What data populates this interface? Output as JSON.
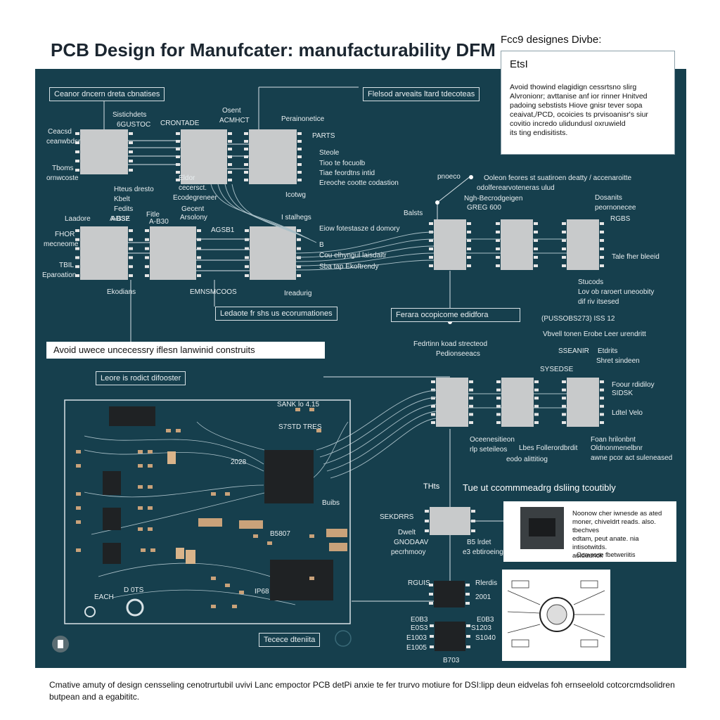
{
  "header": {
    "title": "PCB Design for Manufcater: manufacturability DFM",
    "side_title": "Fcc9 designes Divbe:"
  },
  "info_box": {
    "heading": "EtsI",
    "lines": [
      "Avoid  thowind elagidign cessrtsno slirg",
      "Alvronionr; avttanise anf ior rinner Hnitved",
      "padoing sebstists Hiove gnisr tever sopa",
      "ceaivat,/PCD, ocoicies ts prvisoanisr's siur",
      "covitio incredo ulidundusl oxruwield",
      "its ting endisitists."
    ]
  },
  "callouts": {
    "top_left": "Ceanor dncern dreta cbnatises",
    "top_mid": "Flelsod arveaits ltard tdecoteas",
    "mid_box": "Ledaote fr shs us ecorumationes",
    "right_box": "Ferara ocopicome edidfora",
    "left_small": "Leore is rodict difooster",
    "banner": "Avoid  uwece uncecessry iflesn lanwinid construits",
    "bottom_tag": "Tecece dteniita",
    "mid_right": "Tue ut ccommmeadrg dsliing tcoutibly",
    "thts": "THts"
  },
  "labels": {
    "l1": "Ceacsd",
    "l2": "ceanwbdsr",
    "l3": "Tboms",
    "l4": "ornwcoste",
    "l5": "Sistichdets",
    "l6": "6GUSTOC",
    "l7": "CRONTADE",
    "l8": "Osent",
    "l9": "ACMHCT",
    "l10": "Perainonetice",
    "l11": "PARTS",
    "l12": "Steole",
    "l13": "Tioo te focuolb",
    "l14": "Tiae feordtns intid",
    "l15": "Ereoche cootte codastion",
    "l16": "Hteus dresto",
    "l17": "Kbelt",
    "l18": "Fedits",
    "l19": "ADSE",
    "l20": "Eldor",
    "l21": "cecersct.",
    "l22": "Ecodegreneer",
    "l23": "Icotwg",
    "l24": "Laadore",
    "l25": "FHOR",
    "l26": "mecneome",
    "l27": "TBIL",
    "l28": "Eparoation",
    "l29": "A-B32",
    "l30": "Fitle",
    "l31": "A-B30",
    "l32": "Gecent",
    "l33": "Arsolony",
    "l34": "AGSB1",
    "l35": "I stalhegs",
    "l36": "Eiow fotestasze d domory",
    "l37": "B",
    "l38": "Cou elhyngul laisdaitr",
    "l39": "Sba tap Ekoftrcndy",
    "l40": "Ekodians",
    "l41": "EMNSMCOOS",
    "l42": "Ireadurig",
    "r1": "pnoeco",
    "r2": "Ooleon feores st suatiroen deatty / accenaroitte",
    "r3": "odolferearvoteneras ulud",
    "r4": "Ngh-Becrodgeigen",
    "r5": "GREG 600",
    "r6": "Balsts",
    "r7": "Dosanits",
    "r8": "peornonecee",
    "r9": "RGBS",
    "r10": "Tale fher bleeid",
    "r11": "Stucods",
    "r12": "Lov ob raroert uneoobity",
    "r13": "dif riv itsesed",
    "r14": "(PUSSOBS273) ISS 12",
    "r15": "Vbvell tonen Erobe Leer urendritt",
    "r16": "Fedrtinn koad strecteod",
    "r17": "Pedionseeacs",
    "r18": "SSEANIR",
    "r19": "Etdrits",
    "r20": "Shret sindeen",
    "r21": "SYSEDSE",
    "r22": "Foour rdidiloy",
    "r23": "SIDSK",
    "r24": "Ldtel Velo",
    "r25": "Oceenesitieon",
    "r26": "Foan hrilonbnt",
    "r27": "Lbes Follerordbrdit",
    "r28": "Oldnonmenelbnr",
    "r29": "awne pcor act suleneased",
    "r30": "eodo alittitiog",
    "r31": "rlp seteileos",
    "b1": "SEKDRRS",
    "b2": "Dwelt",
    "b3": "GNODAAV",
    "b4": "pecrhmooy",
    "b5": "B5 lrdet",
    "b6": "e3 ebtiroeing",
    "b7": "RGUIS",
    "b8": "Rlerdis",
    "b9": "2001",
    "b10": "E0B3",
    "b11": "E0S3",
    "b12": "E1003",
    "b13": "E1005",
    "b14": "E0B3",
    "b15": "S1203",
    "b16": "S1040",
    "b17": "B703",
    "n1": "Ocavrose fbetweriitis",
    "pcb1": "SANK lo 4.15",
    "pcb2": "S7STD TRES",
    "pcb3": "2028",
    "pcb4": "B5807",
    "pcb5": "IP68",
    "pcb6": "Buibs",
    "pcb7": "EACH",
    "pcb8": "D 0TS"
  },
  "note_panel": {
    "lines": [
      "Noonow cher iwnesde as ated",
      "moner, chiveldrt reads. also. tbechves",
      "edtam, peut anate. nia intisotwitds.",
      "aoiduunck"
    ]
  },
  "caption": {
    "text": "Cmative amuty of design censseling cenotrurtubil uvivi Lanc empoctor PCB detPi anxie te fer trurvo motiure for DSI:lipp deun eidvelas foh ernseelold cotcorcmdsolidren butpean and a egabititc."
  },
  "colors": {
    "panel": "#163f4d",
    "chip": "#c8cacb",
    "ic_dark": "#1f2224",
    "trace": "#b7c9cf"
  }
}
